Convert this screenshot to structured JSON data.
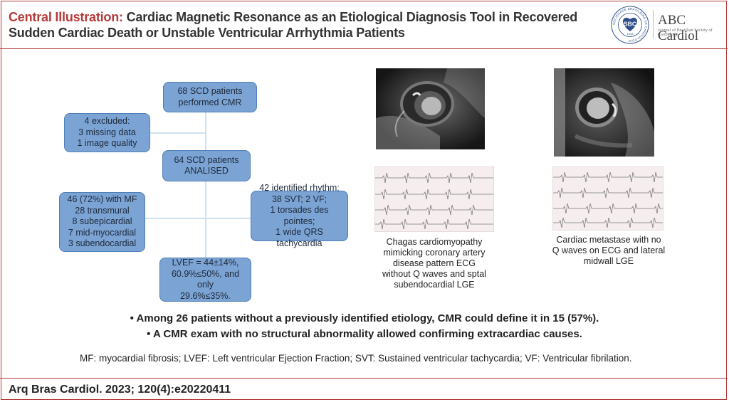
{
  "header": {
    "title_highlight": "Central Illustration:",
    "title_rest": "Cardiac Magnetic Resonance as an Etiological Diagnosis Tool in Recovered Sudden Cardiac Death or Unstable Ventricular Arrhythmia Patients",
    "sbc_logo": {
      "center_text": "SBC",
      "year": "1943",
      "ring_text": "SOCIEDADE BRASILEIRA DE CARDIOLOGIA"
    },
    "abc_logo": {
      "name": "ABC Cardiol",
      "subtitle": "Journal of Brazilian Society of Cardiology"
    }
  },
  "flowchart": {
    "top": [
      "68 SCD patients",
      "performed CMR"
    ],
    "excluded": [
      "4 excluded:",
      "3 missing data",
      "1 image quality"
    ],
    "analysed": [
      "64 SCD patients",
      "ANALISED"
    ],
    "fibrosis": [
      "46 (72%) with MF",
      "28 transmural",
      "8 subepicardial",
      "7 mid-myocardial",
      "3 subendocardial"
    ],
    "rhythm": [
      "42 identified rhythm:",
      "38 SVT; 2 VF;",
      "1 torsades des pointes;",
      "1 wide QRS tachycardia"
    ],
    "lvef": [
      "LVEF = 44±14%,",
      "60.9%≤50%, and only",
      "29.6%≤35%."
    ]
  },
  "cases": [
    {
      "caption": [
        "Chagas cardiomyopathy",
        "mimicking coronary artery",
        "disease pattern ECG",
        "without Q waves and sptal",
        "subendocardial LGE"
      ]
    },
    {
      "caption": [
        "Cardiac metastase with no",
        "Q waves on ECG and lateral",
        "midwall LGE"
      ]
    }
  ],
  "bullets": [
    "• Among 26 patients without a previously identified etiology, CMR could define it in 15 (57%).",
    "• A CMR exam with no structural abnormality allowed confirming extracardiac causes."
  ],
  "abbreviations": "MF: myocardial fibrosis; LVEF: Left ventricular Ejection Fraction; SVT: Sustained ventricular tachycardia; VF: Ventricular fibrilation.",
  "citation": "Arq Bras Cardiol. 2023; 120(4):e20220411",
  "colors": {
    "accent": "#b53a3a",
    "box_fill": "#7ba3d4",
    "box_border": "#4f7fb8",
    "connector": "#cfe0ef"
  }
}
